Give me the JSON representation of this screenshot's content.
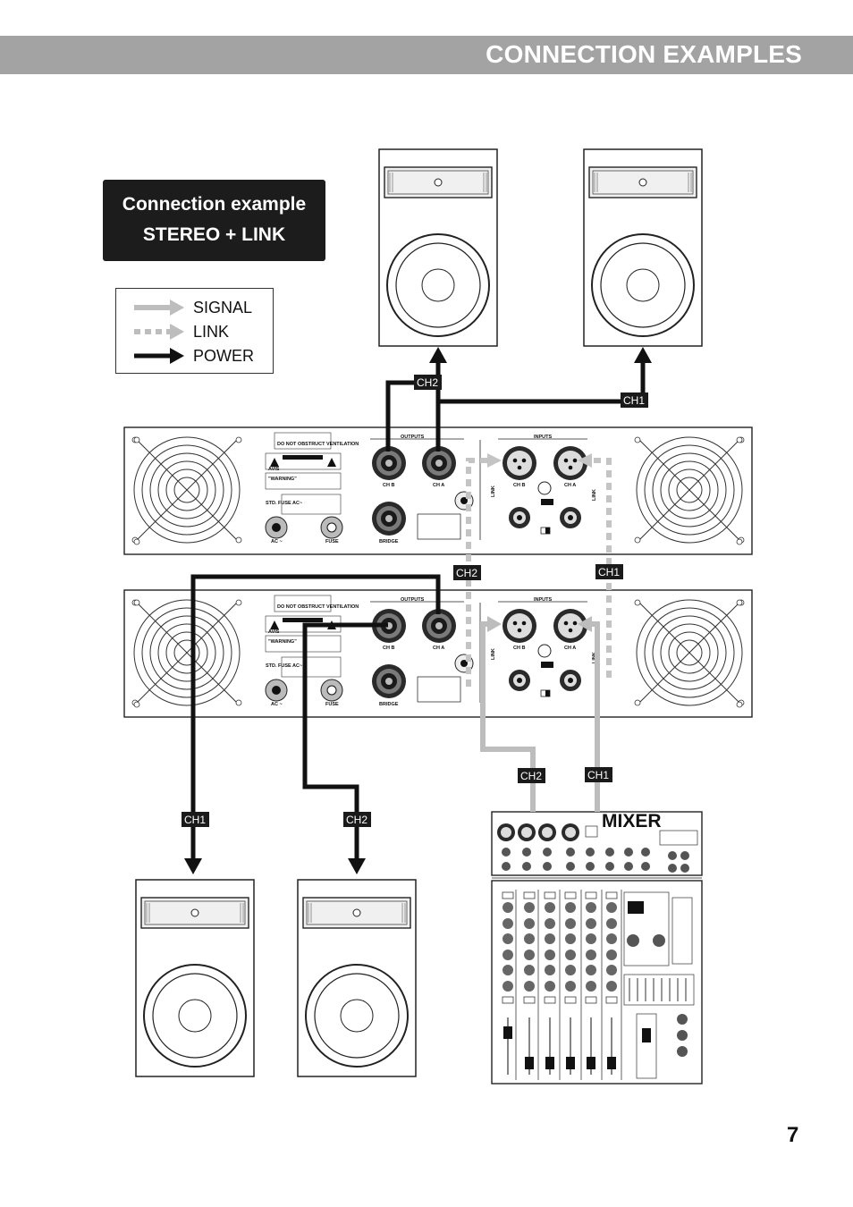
{
  "header": {
    "title": "CONNECTION EXAMPLES"
  },
  "example": {
    "line1": "Connection example",
    "line2": "STEREO + LINK"
  },
  "legend": {
    "signal": "SIGNAL",
    "link": "LINK",
    "power": "POWER"
  },
  "cable_tags": {
    "top_ch2": "CH2",
    "top_ch1": "CH1",
    "link_ch2": "CH2",
    "link_ch1": "CH1",
    "mixer_ch2": "CH2",
    "mixer_ch1": "CH1",
    "bottom_ch1": "CH1",
    "bottom_ch2": "CH2"
  },
  "amplifier": {
    "outputs": "OUTPUTS",
    "inputs": "INPUTS",
    "ch_b": "CH B",
    "ch_a": "CH A",
    "bridge": "BRIDGE",
    "link": "LINK",
    "fuse": "FUSE",
    "ac": "AC ~",
    "std_fuse": "STD. FUSE AC~",
    "caution": "CAUTION",
    "avis": "AVIS",
    "warning": "\"WARNING\"",
    "ventilation": "DO NOT OBSTRUCT VENTILATION"
  },
  "mixer": {
    "title": "MIXER"
  },
  "page": {
    "number": "7"
  },
  "colors": {
    "signal": "#bdbdbd",
    "link": "#bdbdbd",
    "power": "#111111",
    "header": "#a3a3a3",
    "box": "#1c1c1c"
  }
}
